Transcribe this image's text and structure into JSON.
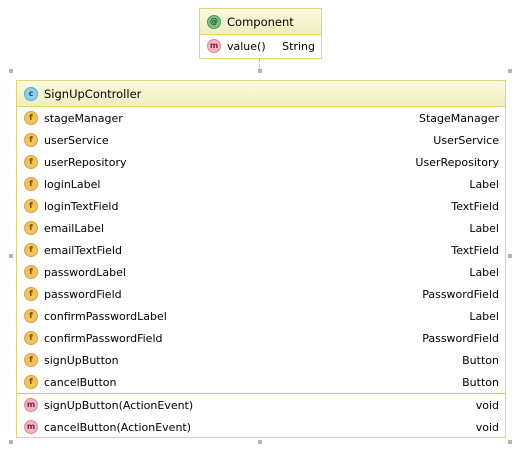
{
  "annotation": {
    "icon_letter": "@",
    "name": "Component",
    "methods": [
      {
        "icon": "m",
        "name": "value()",
        "type": "String"
      }
    ]
  },
  "class": {
    "icon_letter": "c",
    "name": "SignUpController",
    "fields": [
      {
        "icon": "f",
        "name": "stageManager",
        "type": "StageManager"
      },
      {
        "icon": "f",
        "name": "userService",
        "type": "UserService"
      },
      {
        "icon": "f",
        "name": "userRepository",
        "type": "UserRepository"
      },
      {
        "icon": "f",
        "name": "loginLabel",
        "type": "Label"
      },
      {
        "icon": "f",
        "name": "loginTextField",
        "type": "TextField"
      },
      {
        "icon": "f",
        "name": "emailLabel",
        "type": "Label"
      },
      {
        "icon": "f",
        "name": "emailTextField",
        "type": "TextField"
      },
      {
        "icon": "f",
        "name": "passwordLabel",
        "type": "Label"
      },
      {
        "icon": "f",
        "name": "passwordField",
        "type": "PasswordField"
      },
      {
        "icon": "f",
        "name": "confirmPasswordLabel",
        "type": "Label"
      },
      {
        "icon": "f",
        "name": "confirmPasswordField",
        "type": "PasswordField"
      },
      {
        "icon": "f",
        "name": "signUpButton",
        "type": "Button"
      },
      {
        "icon": "f",
        "name": "cancelButton",
        "type": "Button"
      }
    ],
    "methods": [
      {
        "icon": "m",
        "name": "signUpButton(ActionEvent)",
        "type": "void"
      },
      {
        "icon": "m",
        "name": "cancelButton(ActionEvent)",
        "type": "void"
      }
    ]
  },
  "colors": {
    "border": "#e8d570",
    "header": "#eeeebd",
    "field_icon": "#f1c35c",
    "method_icon": "#f3b6c0",
    "class_icon": "#8fd0e8",
    "annotation_icon": "#7fc38a"
  }
}
